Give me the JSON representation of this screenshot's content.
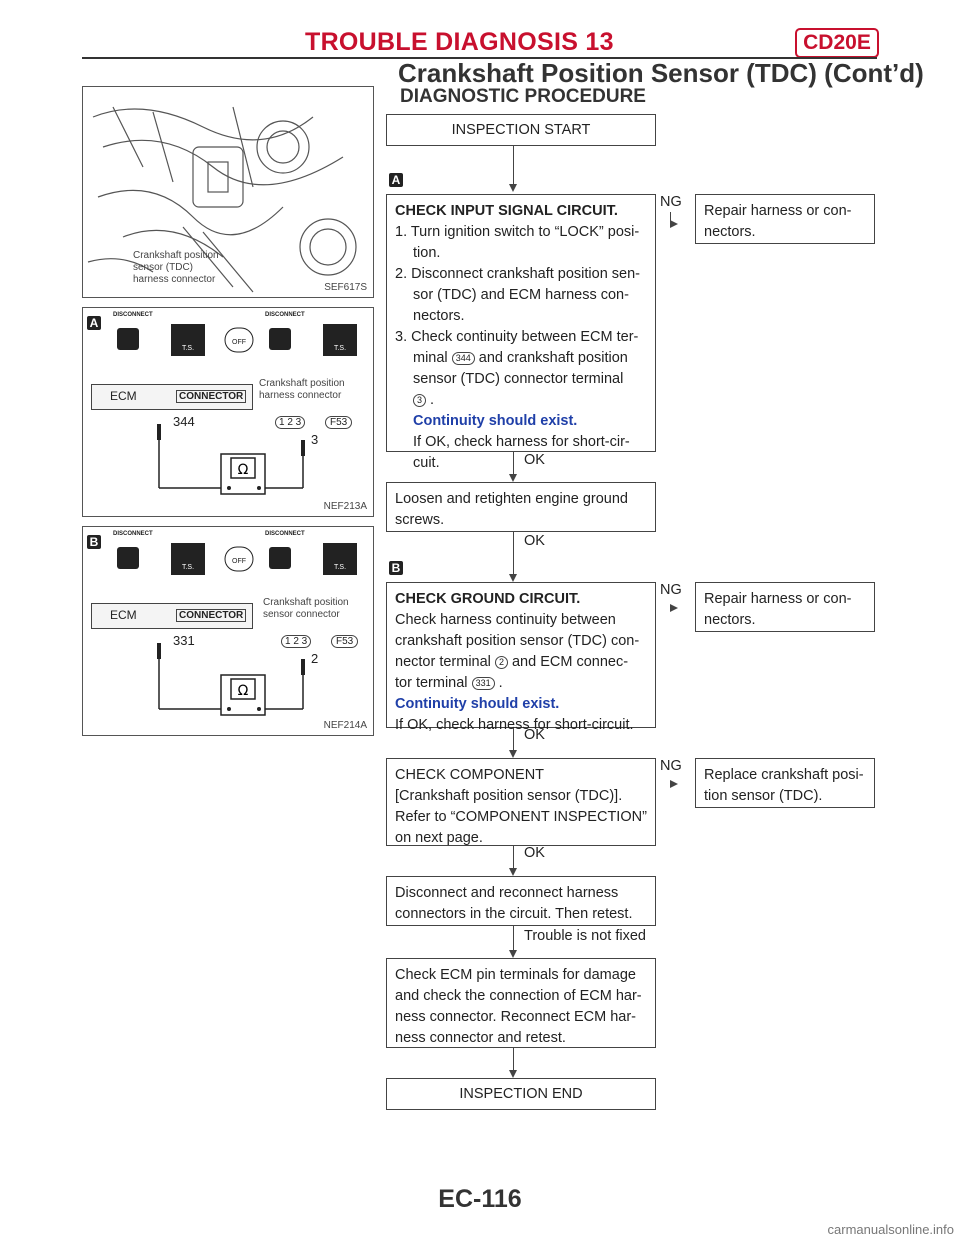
{
  "header": {
    "section_title": "TROUBLE DIAGNOSIS 13",
    "engine_code": "CD20E",
    "subtitle": "Crankshaft Position Sensor (TDC) (Cont’d)"
  },
  "procedure_title": "DIAGNOSTIC PROCEDURE",
  "flow": {
    "start": "INSPECTION START",
    "marker_a": "A",
    "marker_b": "B",
    "step1": {
      "title": "CHECK INPUT SIGNAL CIRCUIT.",
      "l1": "1. Turn ignition switch to “LOCK” posi-",
      "l1b": "tion.",
      "l2": "2. Disconnect crankshaft position sen-",
      "l2b": "sor (TDC) and ECM harness con-",
      "l2c": "nectors.",
      "l3": "3. Check continuity between ECM ter-",
      "l3b_pre": "minal",
      "l3b_badge": "344",
      "l3b_post": "and crankshaft position",
      "l3c": "sensor (TDC) connector terminal",
      "l3d_badge": "3",
      "l3d_post": ".",
      "spec": "Continuity should exist.",
      "note1": "If OK, check harness for short-cir-",
      "note2": "cuit.",
      "ng_label": "NG",
      "ng_action": "Repair harness or con-",
      "ng_action2": "nectors.",
      "ok_label": "OK"
    },
    "step2": {
      "l1": "Loosen and retighten engine ground",
      "l2": "screws.",
      "ok_label": "OK"
    },
    "step3": {
      "title": "CHECK GROUND CIRCUIT.",
      "l1": "Check harness continuity between",
      "l2": "crankshaft position sensor (TDC) con-",
      "l3_pre": "nector terminal",
      "l3_badge": "2",
      "l3_post": "and ECM connec-",
      "l4_pre": "tor terminal",
      "l4_badge": "331",
      "l4_post": ".",
      "spec": "Continuity should exist.",
      "note": "If OK, check harness for short-circuit.",
      "ng_label": "NG",
      "ng_action": "Repair harness or con-",
      "ng_action2": "nectors.",
      "ok_label": "OK"
    },
    "step4": {
      "l1": "CHECK COMPONENT",
      "l2": "[Crankshaft position sensor (TDC)].",
      "l3": "Refer to “COMPONENT INSPECTION”",
      "l4": "on next page.",
      "ng_label": "NG",
      "ng_action": "Replace crankshaft posi-",
      "ng_action2": "tion sensor (TDC).",
      "ok_label": "OK"
    },
    "step5": {
      "l1": "Disconnect and reconnect harness",
      "l2": "connectors in the circuit. Then retest.",
      "result": "Trouble is not fixed"
    },
    "step6": {
      "l1": "Check ECM pin terminals for damage",
      "l2": "and check the connection of ECM har-",
      "l3": "ness connector. Reconnect ECM har-",
      "l4": "ness connector and retest."
    },
    "end": "INSPECTION END"
  },
  "figures": {
    "fig1": {
      "caption1": "Crankshaft position",
      "caption2": "sensor (TDC)",
      "caption3": "harness connector",
      "code": "SEF617S"
    },
    "fig2": {
      "marker": "A",
      "disconnect": "DISCONNECT",
      "ts": "T.S.",
      "off": "OFF",
      "ecm": "ECM",
      "connector": "CONNECTOR",
      "label1": "Crankshaft position",
      "label2": "harness connector",
      "ecm_pin": "344",
      "pins": "1 2 3",
      "conn_code": "F53",
      "sensor_pin": "3",
      "ohm": "Ω",
      "code": "NEF213A"
    },
    "fig3": {
      "marker": "B",
      "disconnect": "DISCONNECT",
      "ts": "T.S.",
      "off": "OFF",
      "ecm": "ECM",
      "connector": "CONNECTOR",
      "label1": "Crankshaft position",
      "label2": "sensor connector",
      "ecm_pin": "331",
      "pins": "1 2 3",
      "conn_code": "F53",
      "sensor_pin": "2",
      "ohm": "Ω",
      "code": "NEF214A"
    }
  },
  "footer": {
    "page": "EC-116",
    "watermark": "carmanualsonline.info"
  }
}
